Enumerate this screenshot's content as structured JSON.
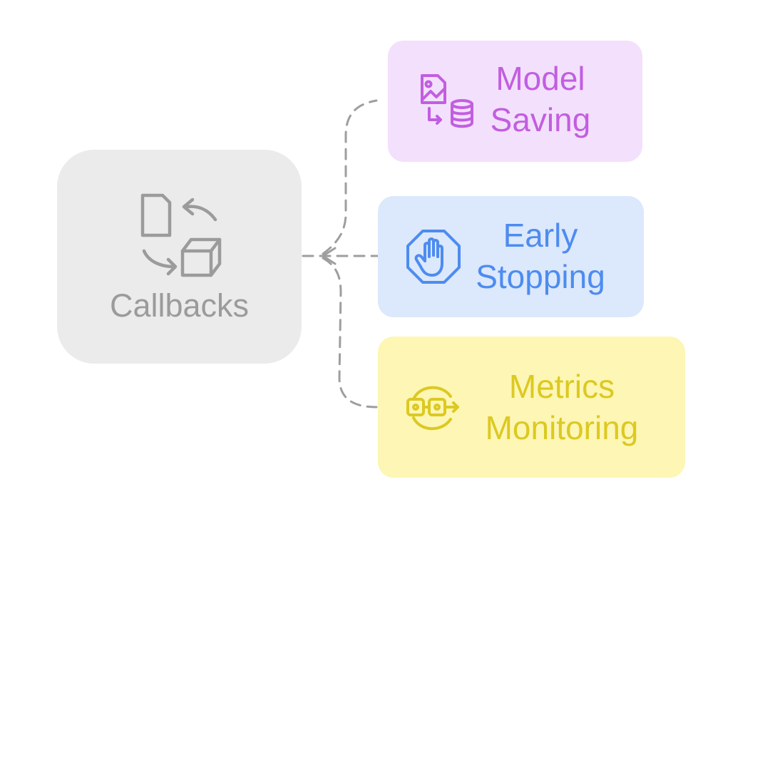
{
  "colors": {
    "root_bg": "#ebebeb",
    "root_fg": "#9b9b9b",
    "connector": "#9e9e9e",
    "model_saving_bg": "#f3e0fc",
    "model_saving_fg": "#c25ee0",
    "early_stopping_bg": "#dce8fb",
    "early_stopping_fg": "#4d8cf0",
    "metrics_monitoring_bg": "#fdf6b4",
    "metrics_monitoring_fg": "#dcc922"
  },
  "root": {
    "label": "Callbacks",
    "icon": "file-cube-cycle-icon"
  },
  "children": [
    {
      "id": "model-saving",
      "label_lines": [
        "Model",
        "Saving"
      ],
      "icon": "image-to-database-icon"
    },
    {
      "id": "early-stopping",
      "label_lines": [
        "Early",
        "Stopping"
      ],
      "icon": "stop-hand-icon"
    },
    {
      "id": "metrics-monitoring",
      "label_lines": [
        "Metrics",
        "Monitoring"
      ],
      "icon": "glasses-monitor-icon"
    }
  ]
}
